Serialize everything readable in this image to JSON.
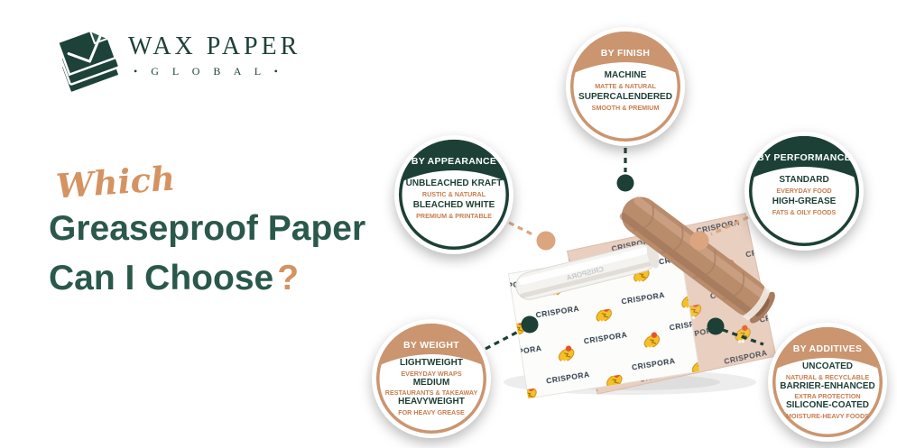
{
  "logo": {
    "name": "WAX PAPER",
    "subname": "• G L O B A L •"
  },
  "title": {
    "script": "Which",
    "line1": "Greaseproof Paper",
    "line2": "Can I Choose",
    "qmark": "?"
  },
  "categories": [
    {
      "label": "BY FINISH",
      "theme": "tan",
      "items": [
        {
          "name": "MACHINE",
          "desc": "MATTE & NATURAL"
        },
        {
          "name": "SUPERCALENDERED",
          "desc": "SMOOTH & PREMIUM"
        }
      ]
    },
    {
      "label": "BY APPEARANCE",
      "theme": "green",
      "items": [
        {
          "name": "UNBLEACHED KRAFT",
          "desc": "RUSTIC & NATURAL"
        },
        {
          "name": "BLEACHED WHITE",
          "desc": "PREMIUM & PRINTABLE"
        }
      ]
    },
    {
      "label": "BY PERFORMANCE",
      "theme": "green",
      "items": [
        {
          "name": "STANDARD",
          "desc": "EVERYDAY FOOD"
        },
        {
          "name": "HIGH-GREASE",
          "desc": "FATS & OILY FOODS"
        }
      ]
    },
    {
      "label": "BY WEIGHT",
      "theme": "tan",
      "items": [
        {
          "name": "LIGHTWEIGHT",
          "desc": "EVERYDAY WRAPS"
        },
        {
          "name": "MEDIUM",
          "desc": "RESTAURANTS & TAKEAWAY"
        },
        {
          "name": "HEAVYWEIGHT",
          "desc": "FOR HEAVY GREASE"
        }
      ]
    },
    {
      "label": "BY ADDITIVES",
      "theme": "tan",
      "items": [
        {
          "name": "UNCOATED",
          "desc": "NATURAL & RECYCLABLE"
        },
        {
          "name": "BARRIER-ENHANCED",
          "desc": "EXTRA PROTECTION"
        },
        {
          "name": "SILICONE-COATED",
          "desc": "MOISTURE-HEAVY FOODS"
        }
      ]
    }
  ],
  "center_image": {
    "brand": "CRISPORA"
  },
  "colors": {
    "green_dark": "#1c4036",
    "tan": "#cb9570",
    "tan_dot": "#dba57f",
    "title_green": "#2a584b",
    "accent_tan_text": "#c87e4e",
    "script_tan": "#d49361"
  }
}
